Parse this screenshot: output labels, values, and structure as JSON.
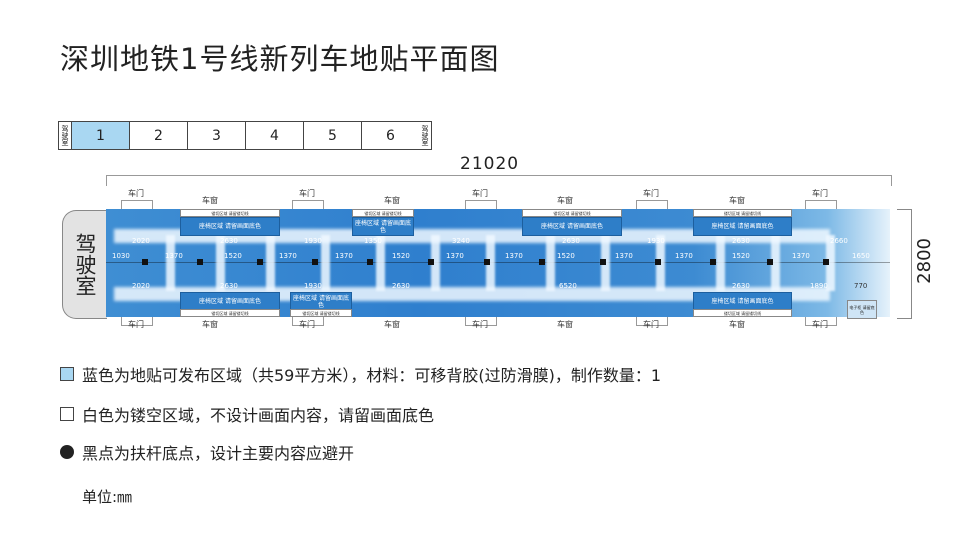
{
  "title": "深圳地铁1号线新列车地贴平面图",
  "cars": {
    "cab_label": "驾驶室",
    "items": [
      "1",
      "2",
      "3",
      "4",
      "5",
      "6"
    ],
    "selected": "1"
  },
  "total_length": "21020",
  "width_dim": "2800",
  "cab_label": "驾驶室",
  "door_label": "车门",
  "window_label": "车窗",
  "seat_text": "座椅区域 请留画面底色",
  "cut_text": "镂切区域 请留镂切线",
  "end_box_text": "电子柜 请留底色",
  "center_dims": [
    "1030",
    "1370",
    "1520",
    "1370",
    "1370",
    "1520",
    "1370",
    "1370",
    "1520",
    "1370",
    "1370",
    "1520",
    "1370",
    "1650"
  ],
  "top_dims": [
    "2020",
    "2630",
    "1930",
    "1350",
    "3240",
    "2630",
    "1930",
    "2630",
    "2660"
  ],
  "bottom_dims": [
    "2020",
    "2630",
    "1930",
    "2630",
    "6520",
    "2630",
    "1890",
    "770"
  ],
  "colors": {
    "floor_blue": "#2f7fce",
    "legend_blue": "#a9d7f2"
  },
  "legend": [
    {
      "icon": "blue-square",
      "text": "蓝色为地贴可发布区域（共59平方米），材料：可移背胶(过防滑膜)，制作数量：1"
    },
    {
      "icon": "white-square",
      "text": "白色为镂空区域，不设计画面内容，请留画面底色"
    },
    {
      "icon": "black-dot",
      "text": "黑点为扶杆底点，设计主要内容应避开"
    }
  ],
  "unit": "单位:㎜"
}
